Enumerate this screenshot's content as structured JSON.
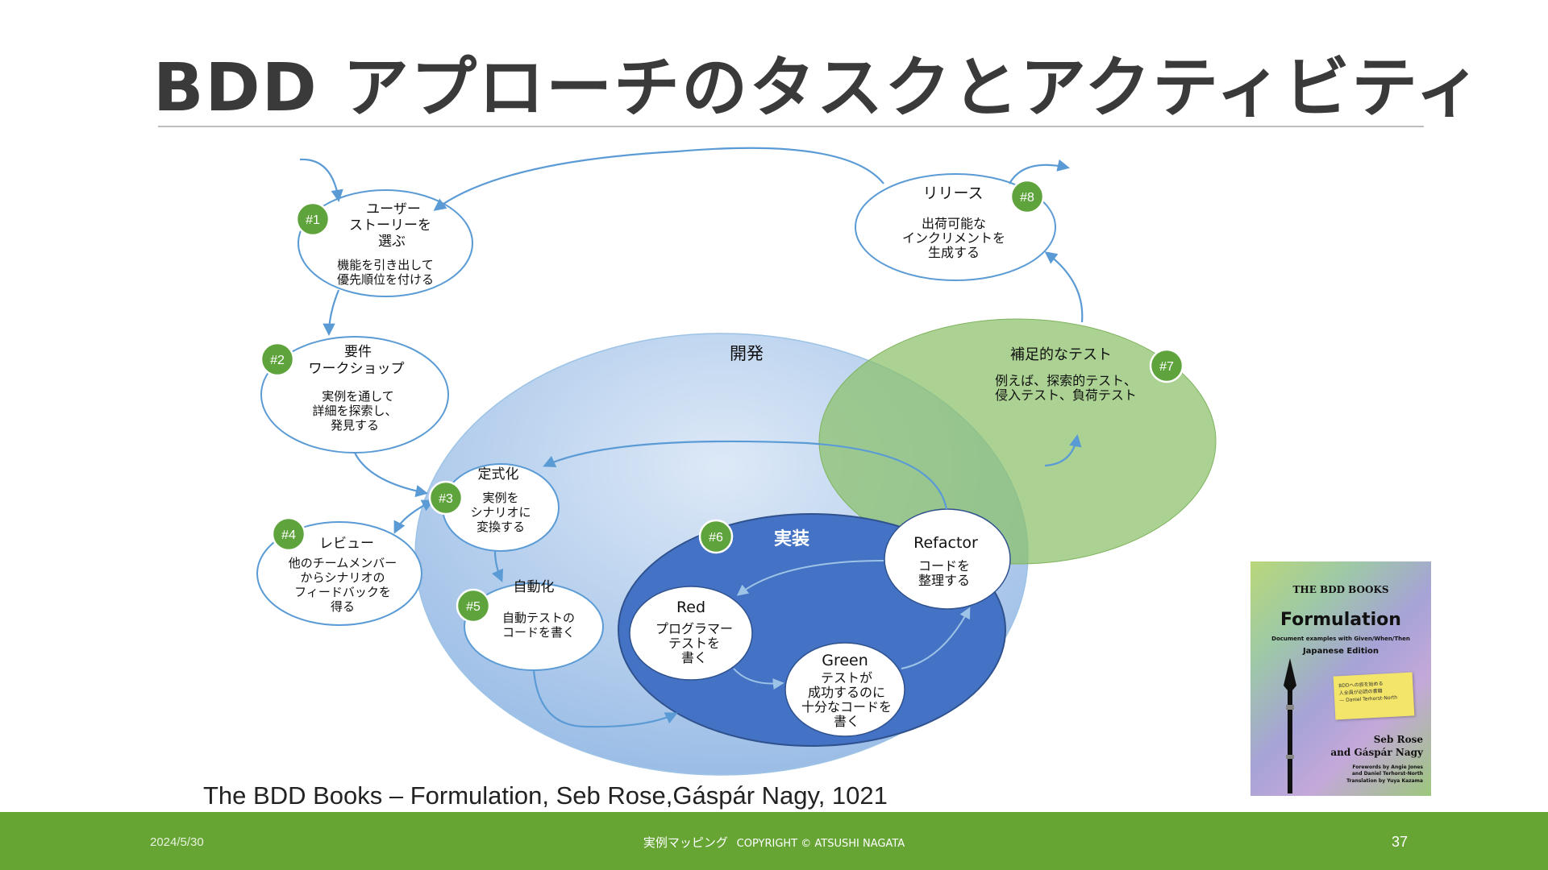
{
  "slide": {
    "title": "BDD アプローチのタスクとアクティビティ",
    "caption": "The BDD Books – Formulation, Seb Rose,Gáspár Nagy, 1021"
  },
  "diagram": {
    "regions": {
      "development": "開発",
      "implementation": "実装"
    },
    "steps": [
      {
        "badge": "#1",
        "title": [
          "ユーザー",
          "ストーリーを",
          "選ぶ"
        ],
        "desc": [
          "機能を引き出して",
          "優先順位を付ける"
        ]
      },
      {
        "badge": "#2",
        "title": [
          "要件",
          "ワークショップ"
        ],
        "desc": [
          "実例を通して",
          "詳細を探索し、",
          "発見する"
        ]
      },
      {
        "badge": "#3",
        "title": [
          "定式化"
        ],
        "desc": [
          "実例を",
          "シナリオに",
          "変換する"
        ]
      },
      {
        "badge": "#4",
        "title": [
          "レビュー"
        ],
        "desc": [
          "他のチームメンバー",
          "からシナリオの",
          "フィードバックを",
          "得る"
        ]
      },
      {
        "badge": "#5",
        "title": [
          "自動化"
        ],
        "desc": [
          "自動テストの",
          "コードを書く"
        ]
      },
      {
        "badge": "#6",
        "title": [
          "実装"
        ],
        "desc": []
      },
      {
        "badge": "#7",
        "title": [
          "補足的なテスト"
        ],
        "desc": [
          "例えば、探索的テスト、",
          "侵入テスト、負荷テスト"
        ]
      },
      {
        "badge": "#8",
        "title": [
          "リリース"
        ],
        "desc": [
          "出荷可能な",
          "インクリメントを",
          "生成する"
        ]
      }
    ],
    "tdd_cycle": {
      "red": {
        "title": "Red",
        "desc": [
          "プログラマー",
          "テストを",
          "書く"
        ]
      },
      "green": {
        "title": "Green",
        "desc": [
          "テストが",
          "成功するのに",
          "十分なコードを",
          "書く"
        ]
      },
      "refactor": {
        "title": "Refactor",
        "desc": [
          "コードを",
          "整理する"
        ]
      }
    }
  },
  "book_cover": {
    "series": "THE BDD BOOKS",
    "title": "Formulation",
    "subtitle": "Document examples with Given/When/Then",
    "edition": "Japanese Edition",
    "note": [
      "BDDへの旅を始める",
      "人全員が必読の書籍",
      "— Daniel Terhorst-North"
    ],
    "authors": [
      "Seb Rose",
      "and Gáspár Nagy"
    ],
    "forewords": [
      "Forewords by Angie Jones",
      "and Daniel Terhorst-North",
      "Translation by Yuya Kazama"
    ]
  },
  "footer": {
    "date": "2024/5/30",
    "center_text": "実例マッピング",
    "copyright": "COPYRIGHT © ATSUSHI NAGATA",
    "page_number": "37"
  },
  "colors": {
    "accent_green": "#66a533",
    "badge_green": "#5fa33c",
    "development_fill": "#a9c8ea",
    "implementation_fill": "#4472c4",
    "supplementary_fill": "#a9d18e",
    "arrow_blue": "#5b9bd5"
  }
}
